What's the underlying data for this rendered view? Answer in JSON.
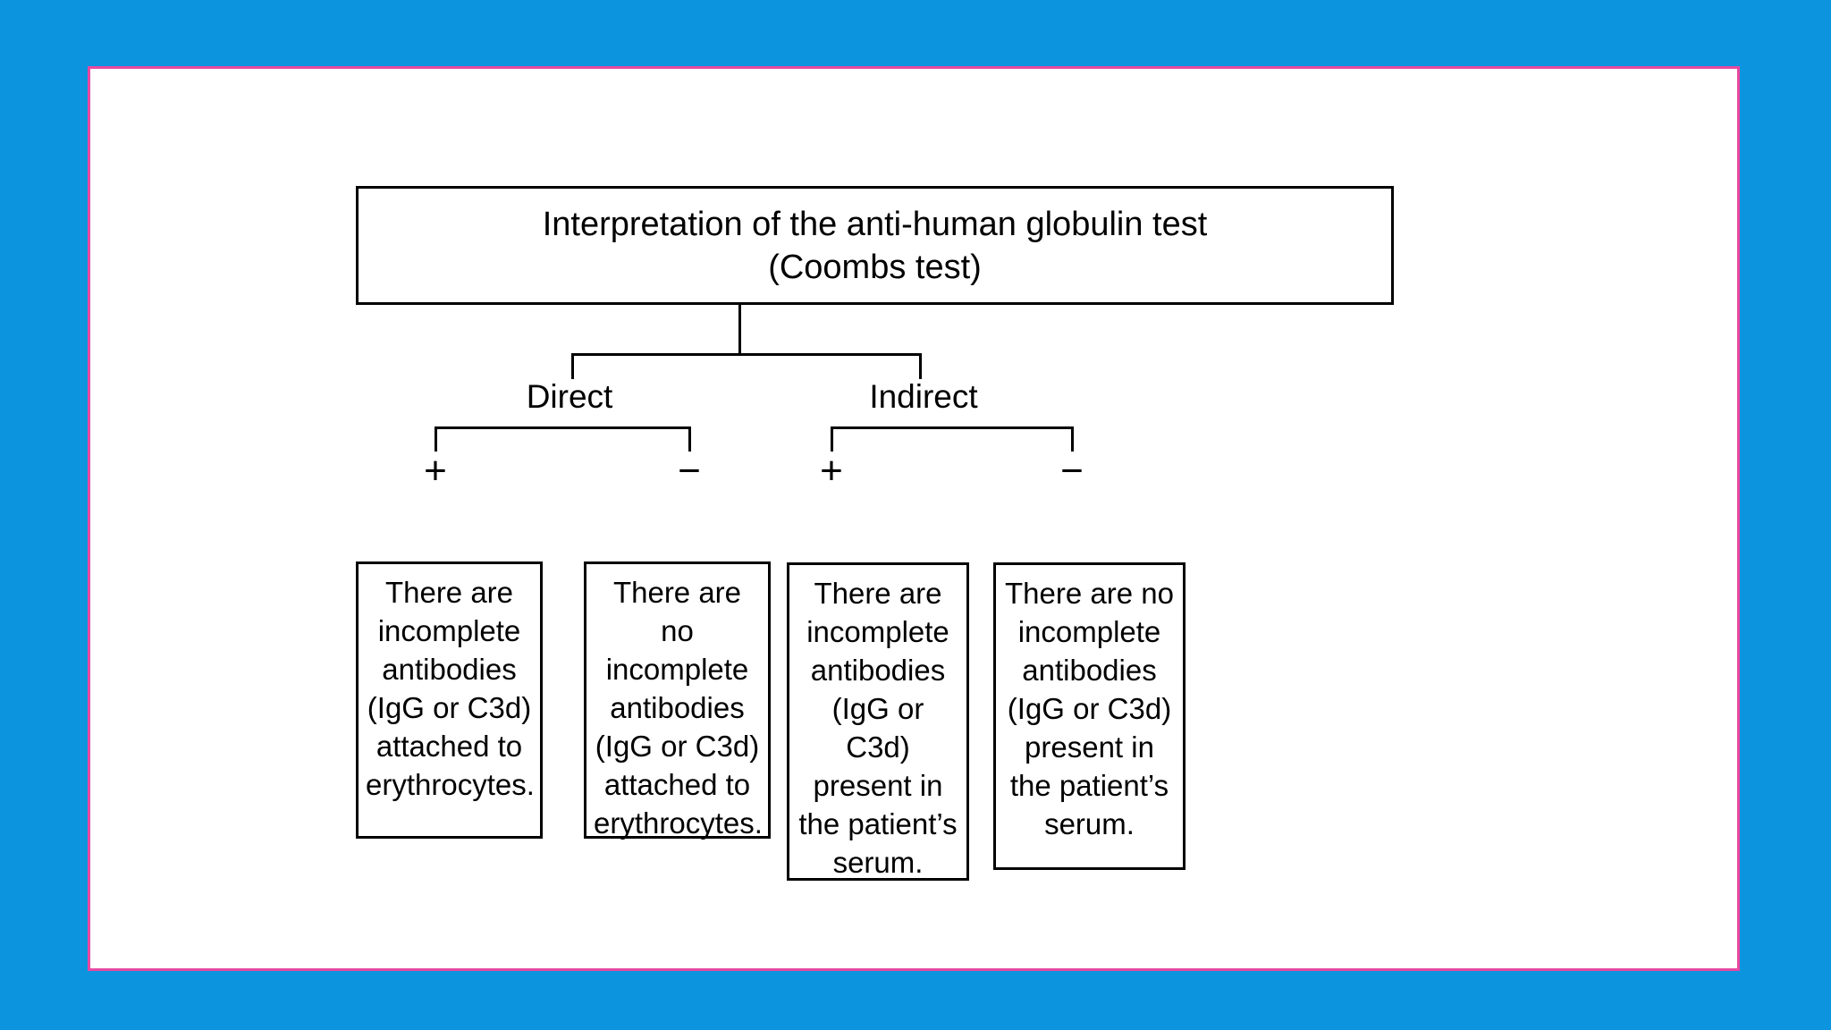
{
  "figure": {
    "background_color": "#0C94DF",
    "card_background_color": "#FFFFFF",
    "card_border_color": "#E8489F",
    "line_color": "#000000"
  },
  "diagram": {
    "type": "flowchart",
    "title_node": {
      "line1": "Interpretation of the anti-human globulin test",
      "line2": "(Coombs test)"
    },
    "branches": [
      {
        "label": "Direct",
        "results": [
          {
            "sign": "+",
            "sign_name": "positive",
            "text": "There are incomplete antibodies (IgG or C3d) attached to erythrocytes."
          },
          {
            "sign": "−",
            "sign_name": "negative",
            "text": "There are no incomplete antibodies (IgG or C3d) attached to erythrocytes."
          }
        ]
      },
      {
        "label": "Indirect",
        "results": [
          {
            "sign": "+",
            "sign_name": "positive",
            "text": "There are incomplete antibodies (IgG or C3d) present in the patient’s serum."
          },
          {
            "sign": "−",
            "sign_name": "negative",
            "text": "There are no incomplete antibodies (IgG or C3d) present in the patient’s serum."
          }
        ]
      }
    ]
  }
}
